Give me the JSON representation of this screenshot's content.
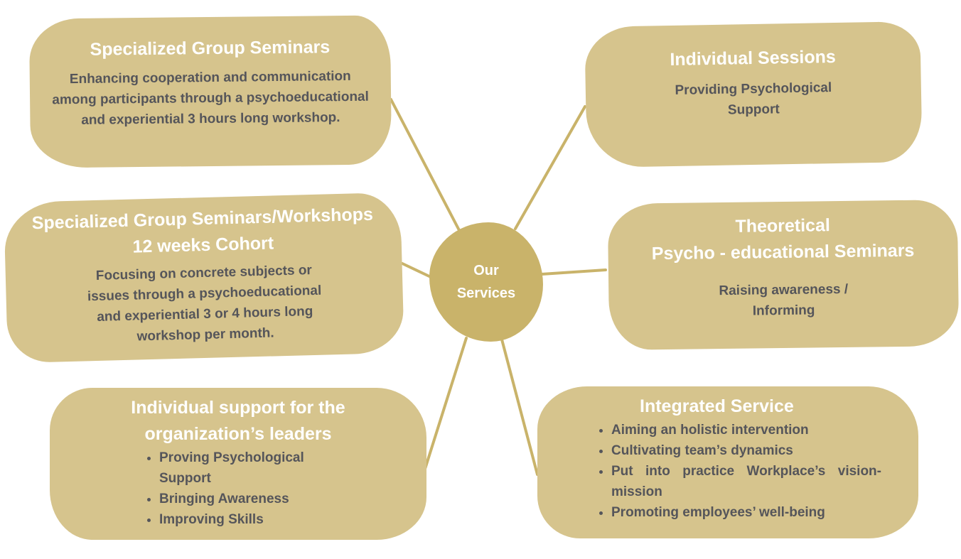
{
  "colors": {
    "blob": "#d6c48d",
    "center": "#c9b36a",
    "connector": "#c9b36a",
    "title": "#ffffff",
    "body": "#55555a"
  },
  "center": {
    "line1": "Our",
    "line2": "Services"
  },
  "nodes": {
    "group_seminars": {
      "title": "Specialized Group Seminars",
      "body": [
        "Enhancing cooperation and communication",
        "among participants through a psychoeducational",
        "and experiential 3 hours long workshop."
      ]
    },
    "cohort": {
      "title": [
        "Specialized Group Seminars/Workshops",
        "12 weeks Cohort"
      ],
      "body": [
        "Focusing on concrete subjects or",
        "issues through a psychoeducational",
        "and experiential 3 or 4 hours long",
        "workshop per month."
      ]
    },
    "leaders": {
      "title": [
        "Individual support for the",
        "organization’s leaders"
      ],
      "items": [
        "Proving Psychological Support",
        "Bringing Awareness",
        "Improving Skills"
      ]
    },
    "individual_sessions": {
      "title": "Individual Sessions",
      "body": [
        "Providing Psychological",
        "Support"
      ]
    },
    "theoretical": {
      "title": [
        "Theoretical",
        "Psycho - educational Seminars"
      ],
      "body": [
        "Raising awareness /",
        "Informing"
      ]
    },
    "integrated": {
      "title": "Integrated Service",
      "items": [
        "Aiming an holistic intervention",
        "Cultivating team’s dynamics",
        "Put into practice Workplace’s vision-mission",
        "Promoting employees’ well-being"
      ]
    }
  }
}
